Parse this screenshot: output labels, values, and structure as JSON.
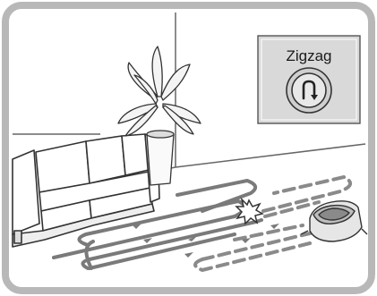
{
  "mode_panel": {
    "label": "Zigzag",
    "icon": "zigzag-u-turn-icon"
  },
  "scene": {
    "elements": [
      "room-wall",
      "sofa-icon",
      "potted-plant-icon",
      "robot-vacuum-icon",
      "obstacle-bump-icon",
      "cleaning-path"
    ]
  },
  "colors": {
    "frame": "#b8b8b8",
    "panel_fill": "#d9d9d9",
    "path_solid": "#7a7a7a",
    "path_dashed": "#8a8a8a"
  }
}
